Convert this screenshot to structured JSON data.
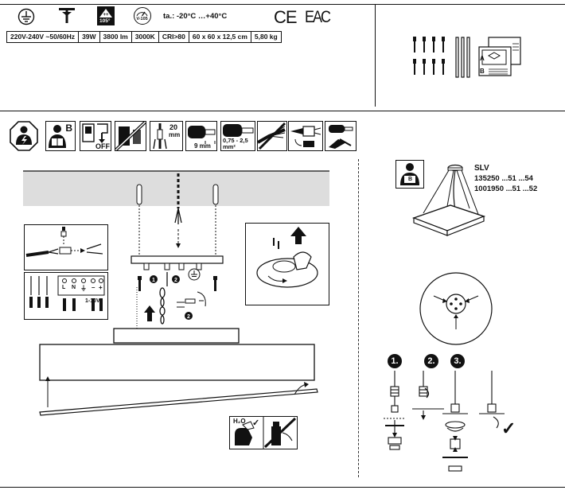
{
  "header": {
    "temp_range": "ta.: -20°C …+40°C",
    "ce_mark": "CE",
    "eac_mark": "EAC",
    "ip_icon_text": "105°",
    "volt_icon_text": "V-105",
    "specs": [
      "220V-240V ~50/60Hz",
      "39W",
      "3800 lm",
      "3000K",
      "CRI>80",
      "60 x 60 x 12,5 cm",
      "5,80 kg"
    ]
  },
  "parts_box": {
    "sheet_a": "A",
    "sheet_b": "B"
  },
  "tools_row": {
    "manual_b": "B",
    "off_label": "OFF",
    "strip_20mm": "20",
    "strip_mm": "mm",
    "strip_9mm": "9 mm",
    "cable_section": "0,75 - 2,5",
    "cable_unit": "mm²"
  },
  "product": {
    "brand": "SLV",
    "codes": [
      "135250 ...51 ...54",
      "1001950 ...51 ...52"
    ],
    "badge_letter": "B"
  },
  "terminal": {
    "labels": [
      "L",
      "N",
      "⏚",
      "–",
      "+"
    ],
    "dim_label": "1-10V"
  },
  "steps": {
    "s1": "1.",
    "s2": "2.",
    "s3": "3.",
    "check": "✓"
  },
  "cleaning": {
    "water_label": "H₂O",
    "check": "✓"
  }
}
